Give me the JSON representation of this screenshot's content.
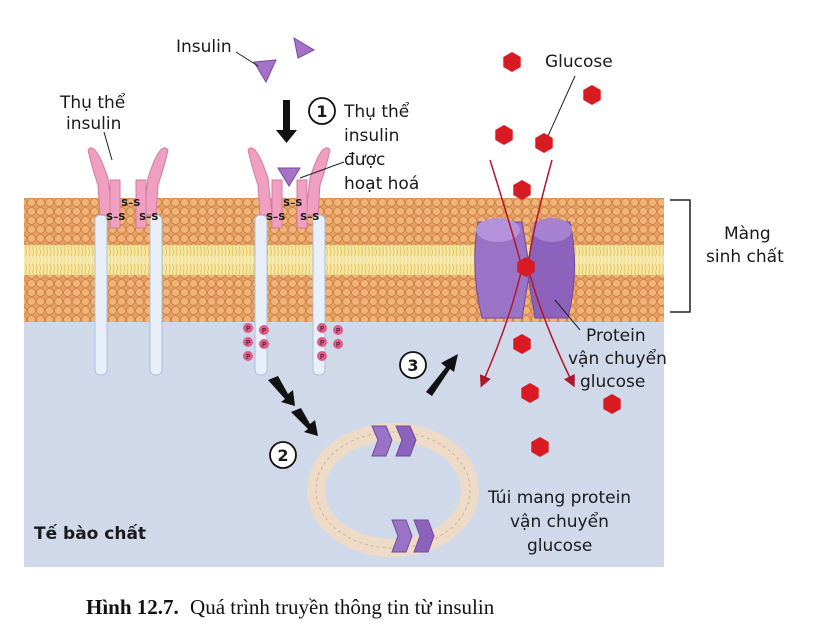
{
  "labels": {
    "insulin": "Insulin",
    "receptor_line1": "Thụ thể",
    "receptor_line2": "insulin",
    "step1_number": "1",
    "activated_line1": "Thụ thể",
    "activated_line2": "insulin",
    "activated_line3": "được",
    "activated_line4": "hoạt hoá",
    "glucose": "Glucose",
    "membrane_line1": "Màng",
    "membrane_line2": "sinh chất",
    "transporter_line1": "Protein",
    "transporter_line2": "vận chuyển",
    "transporter_line3": "glucose",
    "step2_number": "2",
    "step3_number": "3",
    "vesicle_line1": "Túi mang protein",
    "vesicle_line2": "vận chuyển",
    "vesicle_line3": "glucose",
    "cytoplasm": "Tế bào chất",
    "disulfide": "S–S",
    "phosphate": "P"
  },
  "caption": {
    "figure_number": "Hình 12.7.",
    "title": "Quá trình truyền thông tin từ insulin"
  },
  "colors": {
    "membrane_head": "#e8a86c",
    "membrane_tail": "#f3dc8a",
    "cytoplasm": "#cfd9ea",
    "receptor": "#ef9fbf",
    "insulin": "#a671c9",
    "transporter": "#9b73c6",
    "glucose": "#d81b22",
    "phosphate": "#e05a8a"
  }
}
